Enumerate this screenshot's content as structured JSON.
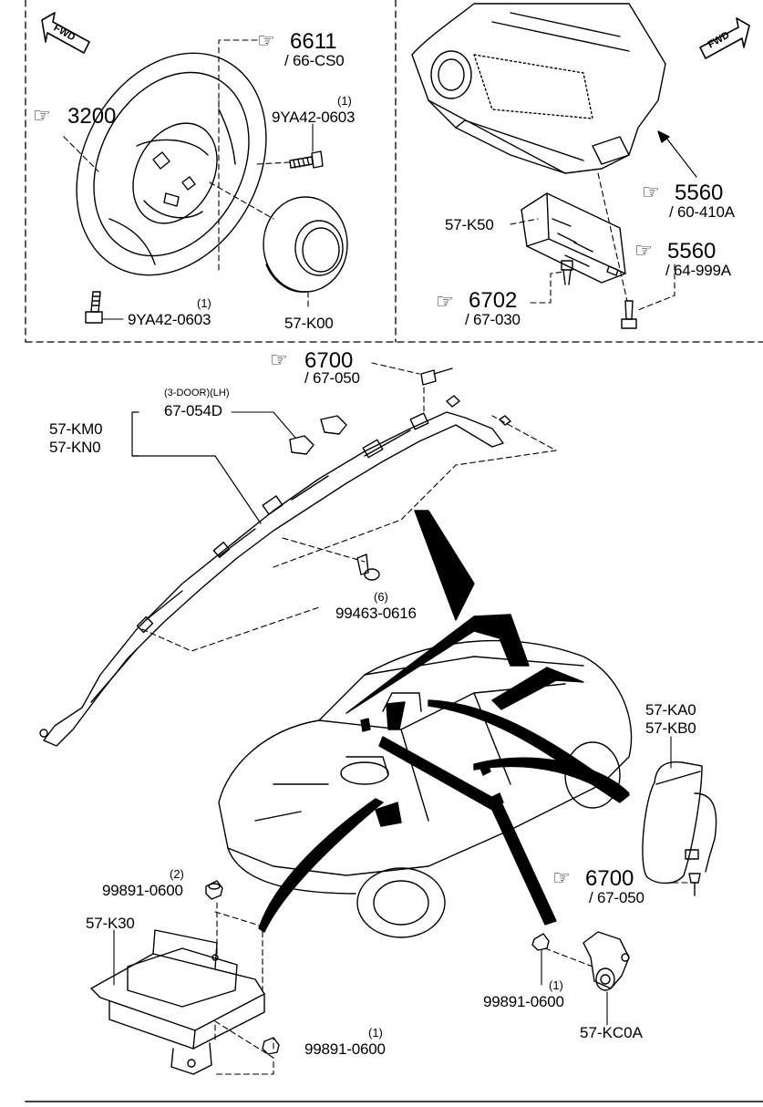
{
  "direction_marker": "FWD",
  "icons": {
    "reference": "pointing-hand-icon"
  },
  "steering_section": {
    "ref_a": {
      "code": "6611",
      "sub": "/ 66-CS0"
    },
    "ref_b": {
      "code": "3200"
    },
    "bolt_upper": {
      "part": "9YA42-0603",
      "qty": "(1)"
    },
    "bolt_lower": {
      "part": "9YA42-0603",
      "qty": "(1)"
    },
    "driver_airbag": "57-K00"
  },
  "dash_section": {
    "ref_a": {
      "code": "5560",
      "sub": "/ 60-410A"
    },
    "ref_b": {
      "code": "5560",
      "sub": "/ 64-999A"
    },
    "ref_c": {
      "code": "6702",
      "sub": "/ 67-030"
    },
    "passenger_airbag": "57-K50"
  },
  "curtain_section": {
    "ref_top": {
      "code": "6700",
      "sub": "/ 67-050"
    },
    "clip_note": "(3-DOOR)(LH)",
    "clip_part": "67-054D",
    "curtain_airbag_1": "57-KM0",
    "curtain_airbag_2": "57-KN0",
    "bolt": {
      "part": "99463-0616",
      "qty": "(6)"
    }
  },
  "lower_section": {
    "side_airbag_1": "57-KA0",
    "side_airbag_2": "57-KB0",
    "ref_side": {
      "code": "6700",
      "sub": "/ 67-050"
    },
    "control_module": "57-K30",
    "nut_top": {
      "part": "99891-0600",
      "qty": "(2)"
    },
    "nut_bottom": {
      "part": "99891-0600",
      "qty": "(1)"
    },
    "nut_sensor": {
      "part": "99891-0600",
      "qty": "(1)"
    },
    "sensor": "57-KC0A"
  }
}
